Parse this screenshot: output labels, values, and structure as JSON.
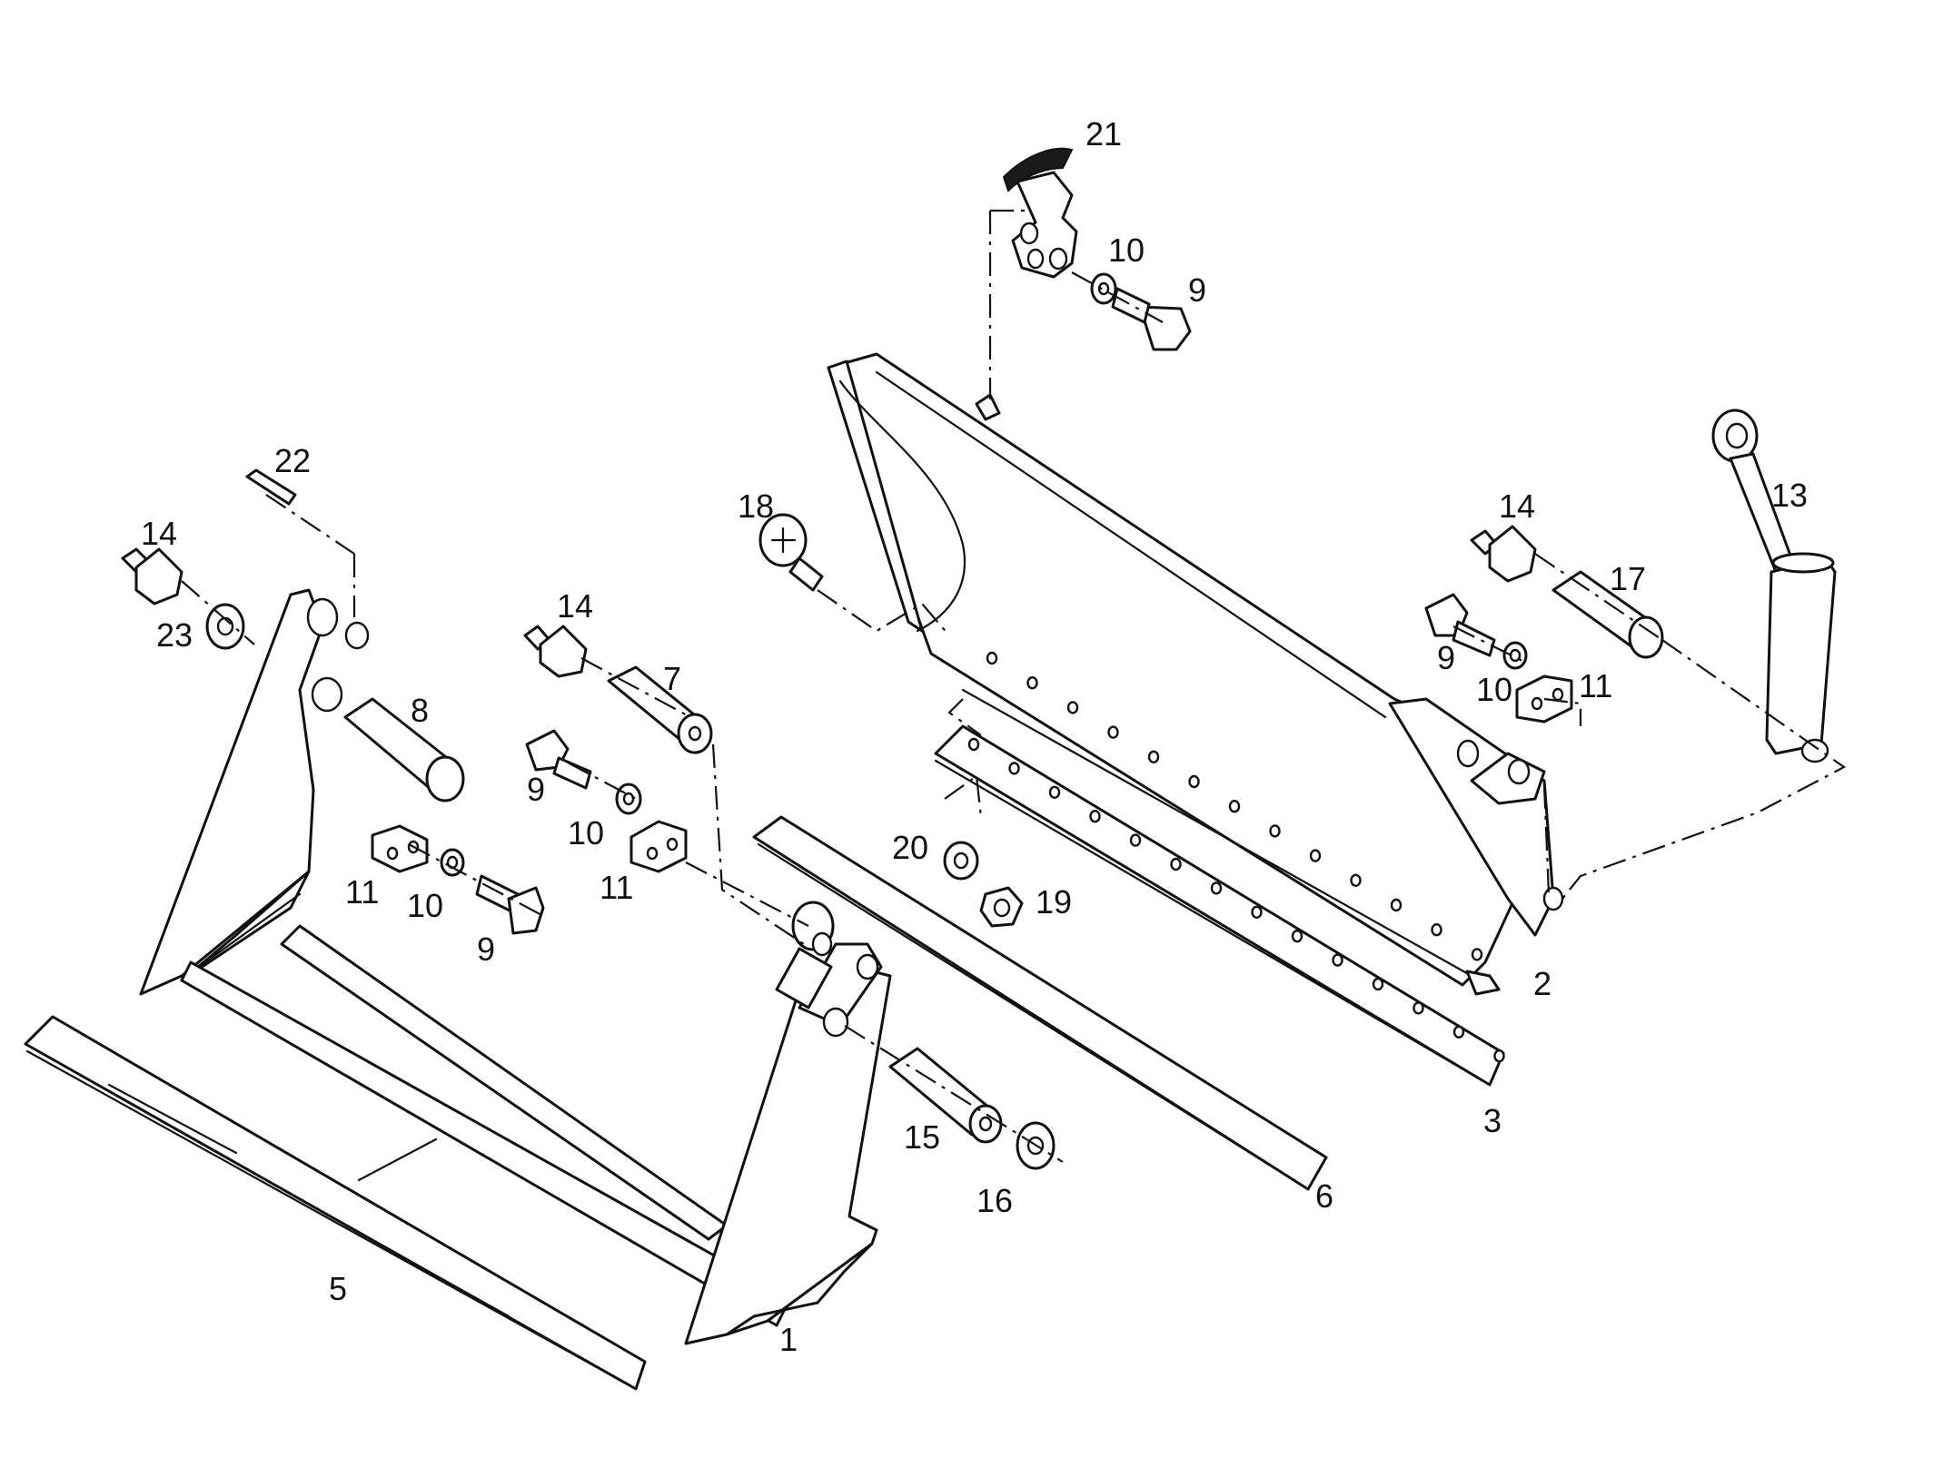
{
  "callouts": {
    "c1": "1",
    "c2": "2",
    "c3": "3",
    "c5": "5",
    "c6": "6",
    "c7": "7",
    "c8": "8",
    "c9": "9",
    "c10": "10",
    "c11": "11",
    "c13": "13",
    "c14": "14",
    "c15": "15",
    "c16": "16",
    "c17": "17",
    "c18": "18",
    "c19": "19",
    "c20": "20",
    "c21": "21",
    "c22": "22",
    "c23": "23"
  }
}
